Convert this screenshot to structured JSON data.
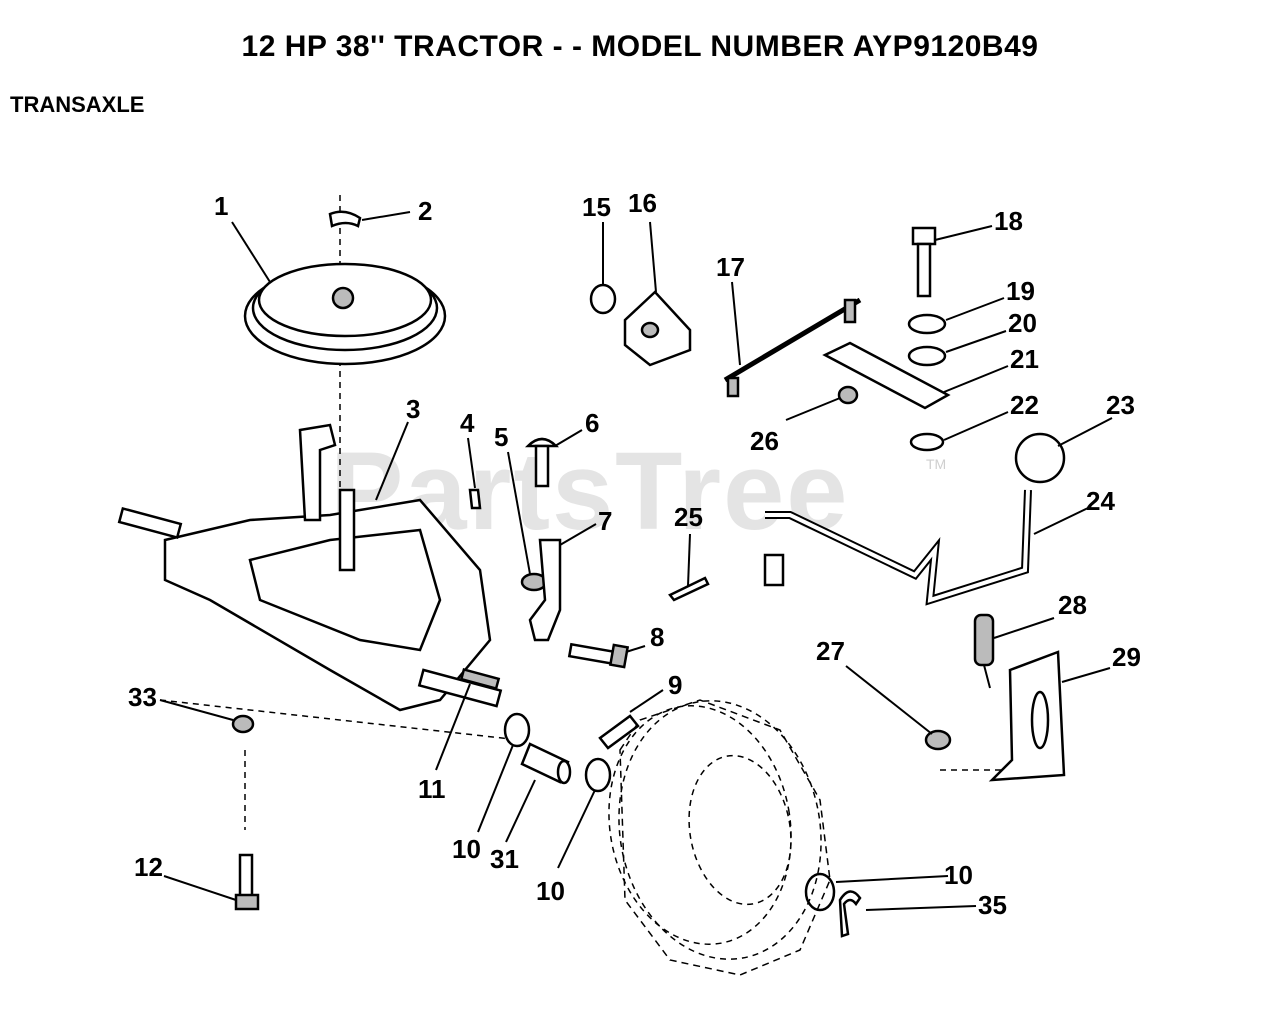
{
  "title": "12 HP 38'' TRACTOR - - MODEL NUMBER AYP9120B49",
  "section": "TRANSAXLE",
  "watermark": "PartsTree",
  "trademark": "TM",
  "callouts": [
    {
      "id": "c1",
      "label": "1"
    },
    {
      "id": "c2",
      "label": "2"
    },
    {
      "id": "c3",
      "label": "3"
    },
    {
      "id": "c4",
      "label": "4"
    },
    {
      "id": "c5",
      "label": "5"
    },
    {
      "id": "c6",
      "label": "6"
    },
    {
      "id": "c7",
      "label": "7"
    },
    {
      "id": "c8",
      "label": "8"
    },
    {
      "id": "c9",
      "label": "9"
    },
    {
      "id": "c10a",
      "label": "10"
    },
    {
      "id": "c10b",
      "label": "10"
    },
    {
      "id": "c10c",
      "label": "10"
    },
    {
      "id": "c11",
      "label": "11"
    },
    {
      "id": "c12",
      "label": "12"
    },
    {
      "id": "c15",
      "label": "15"
    },
    {
      "id": "c16",
      "label": "16"
    },
    {
      "id": "c17",
      "label": "17"
    },
    {
      "id": "c18",
      "label": "18"
    },
    {
      "id": "c19",
      "label": "19"
    },
    {
      "id": "c20",
      "label": "20"
    },
    {
      "id": "c21",
      "label": "21"
    },
    {
      "id": "c22",
      "label": "22"
    },
    {
      "id": "c23",
      "label": "23"
    },
    {
      "id": "c24",
      "label": "24"
    },
    {
      "id": "c25",
      "label": "25"
    },
    {
      "id": "c26",
      "label": "26"
    },
    {
      "id": "c27",
      "label": "27"
    },
    {
      "id": "c28",
      "label": "28"
    },
    {
      "id": "c29",
      "label": "29"
    },
    {
      "id": "c31",
      "label": "31"
    },
    {
      "id": "c33",
      "label": "33"
    },
    {
      "id": "c35",
      "label": "35"
    }
  ]
}
